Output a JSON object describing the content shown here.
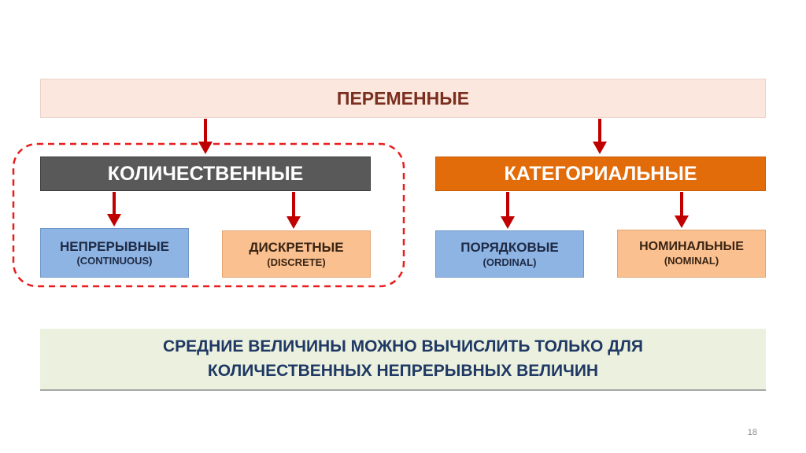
{
  "diagram": {
    "root": "ПЕРЕМЕННЫЕ",
    "quantitative": {
      "label": "КОЛИЧЕСТВЕННЫЕ",
      "children": [
        {
          "label": "НЕПРЕРЫВНЫЕ",
          "sub": "(CONTINUOUS)"
        },
        {
          "label": "ДИСКРЕТНЫЕ",
          "sub": "(DISCRETE)"
        }
      ]
    },
    "categorical": {
      "label": "КАТЕГОРИАЛЬНЫЕ",
      "children": [
        {
          "label": "ПОРЯДКОВЫЕ",
          "sub": "(ORDINAL)"
        },
        {
          "label": "НОМИНАЛЬНЫЕ",
          "sub": "(NOMINAL)"
        }
      ]
    }
  },
  "note": {
    "line1": "СРЕДНИЕ ВЕЛИЧИНЫ МОЖНО ВЫЧИСЛИТЬ ТОЛЬКО ДЛЯ",
    "line2": "КОЛИЧЕСТВЕННЫХ НЕПРЕРЫВНЫХ ВЕЛИЧИН"
  },
  "page_number": "18",
  "colors": {
    "arrow": "#c00000",
    "dashed_highlight": "#e81c1c",
    "quantitative": "#595959",
    "categorical": "#e36c0a"
  }
}
